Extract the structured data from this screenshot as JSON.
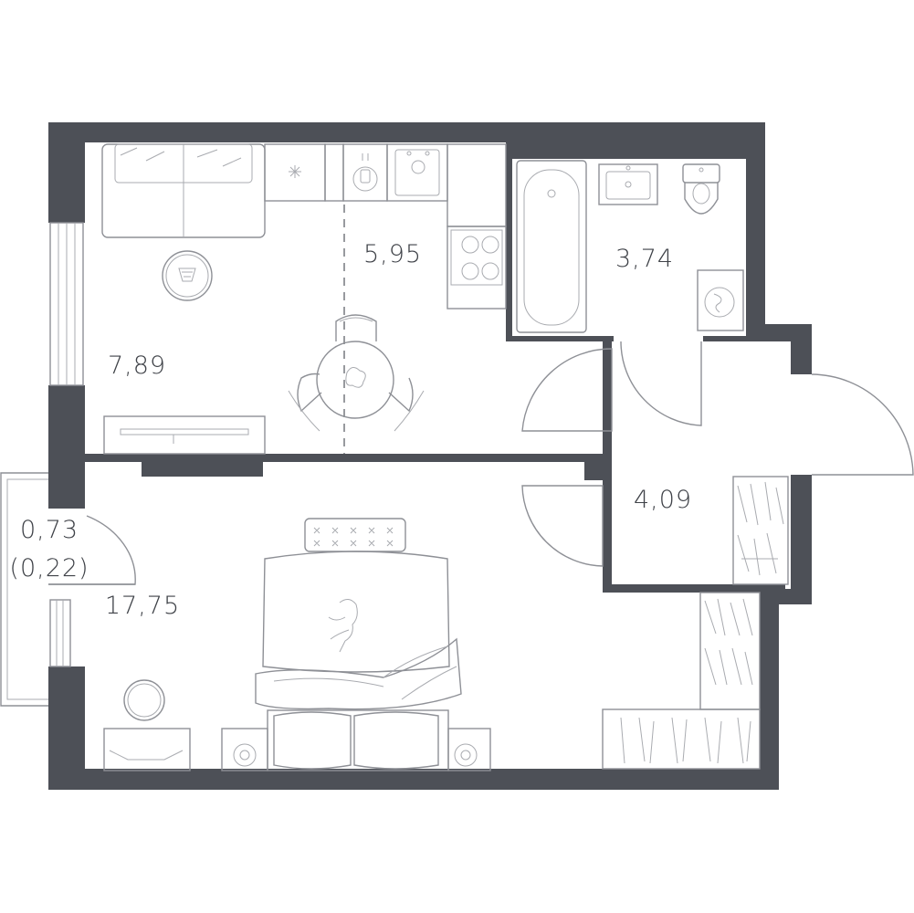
{
  "rooms": {
    "living_kitchen_left": {
      "area": "7,89"
    },
    "kitchen": {
      "area": "5,95"
    },
    "bathroom": {
      "area": "3,74"
    },
    "hallway": {
      "area": "4,09"
    },
    "bedroom": {
      "area": "17,75"
    },
    "balcony": {
      "area": "0,73",
      "area_reduced": "(0,22)"
    }
  },
  "colors": {
    "wall": "#4d5057",
    "furniture_line": "#8e9096",
    "label": "#3f4248"
  }
}
